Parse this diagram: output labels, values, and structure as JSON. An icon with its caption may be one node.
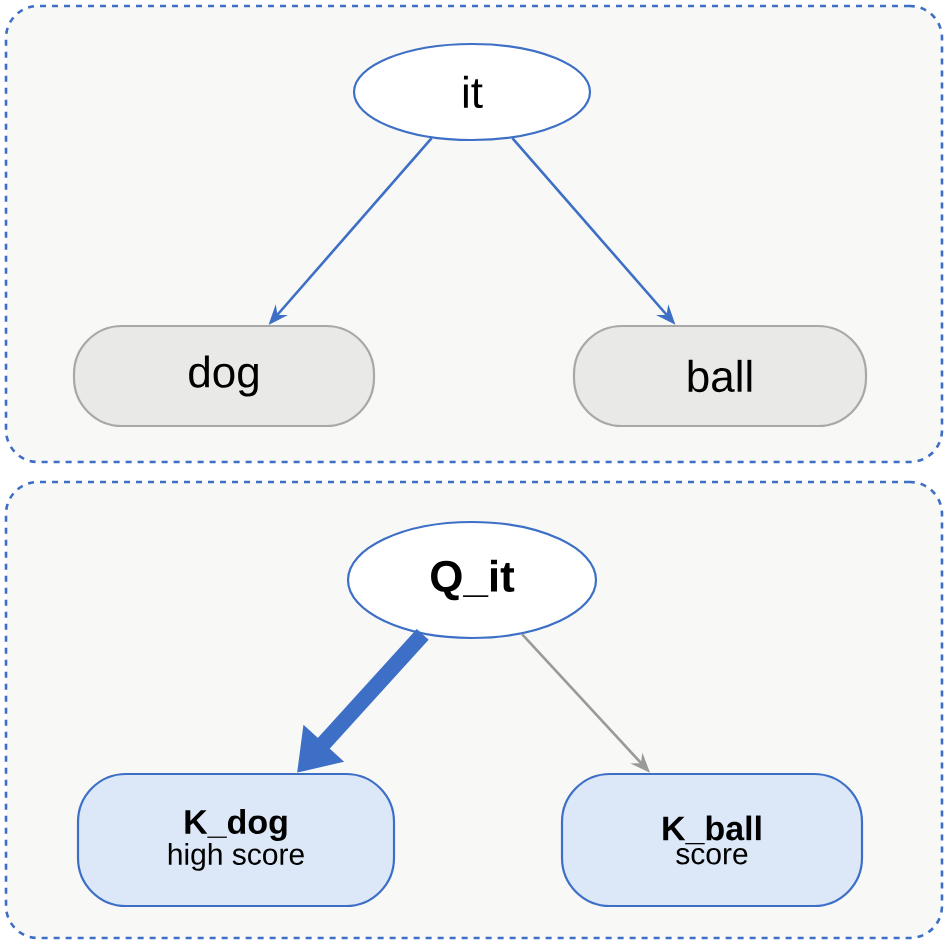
{
  "diagram": {
    "nodes": [
      {
        "text": [],
        "shape": "box"
      },
      {
        "text": [
          "it"
        ],
        "in": 0
      },
      {
        "text": [
          "dog"
        ],
        "in": 0
      },
      {
        "text": [
          "ball"
        ],
        "in": 0
      },
      {
        "text": [],
        "shape": "box"
      },
      {
        "text": [
          "Q_it"
        ],
        "in": 4
      },
      {
        "text": [
          "K_dog",
          "high score"
        ],
        "in": 4
      },
      {
        "text": [
          "K_ball",
          "score"
        ],
        "in": 4
      }
    ],
    "edges": [
      {
        "from": 1,
        "to": 2,
        "arrow": "to",
        "color": "#3d6fc6"
      },
      {
        "from": 1,
        "to": 3,
        "arrow": "to",
        "color": "#3d6fc6"
      },
      {
        "from": 5,
        "to": 6,
        "arrow": "to",
        "style": "thick",
        "color": "#3d6fc6"
      },
      {
        "from": 5,
        "to": 7,
        "arrow": "to",
        "color": "#9a9a9a"
      }
    ]
  }
}
